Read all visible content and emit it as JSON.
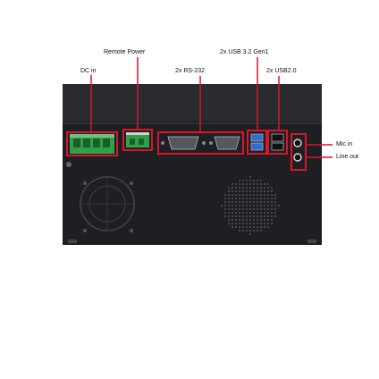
{
  "labels": {
    "remote_power": "Remote Power",
    "usb32": "2x USB 3.2 Gen1",
    "dc_in": "DC in",
    "rs232": "2x RS-232",
    "usb20": "2x USB2.0",
    "mic_in": "Mic in",
    "line_out": "Line out"
  },
  "colors": {
    "callout": "#d8152a",
    "chassis": "#1e1f22",
    "chassis_top": "#2a2b2e",
    "terminal": "#2fa04a",
    "usb3": "#2f6fd1"
  }
}
